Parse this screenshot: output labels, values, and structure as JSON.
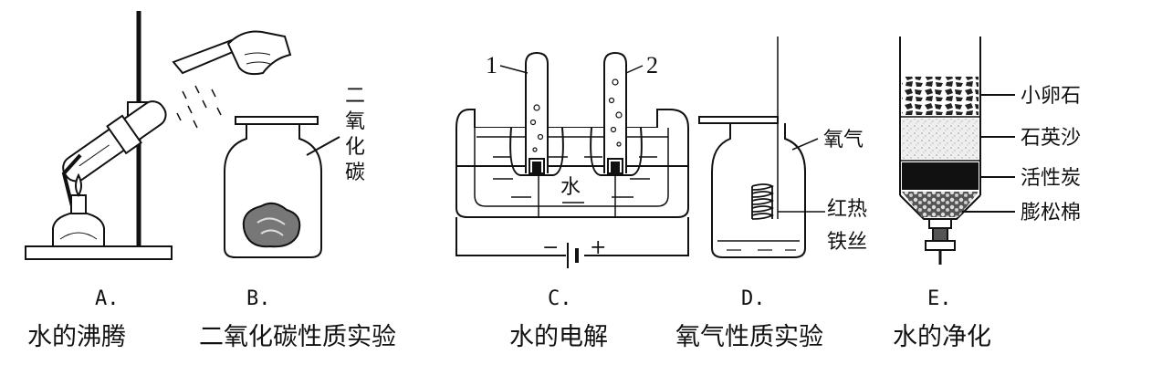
{
  "panels": [
    {
      "letter": "A.",
      "caption": "水的沸腾"
    },
    {
      "letter": "B.",
      "caption": "二氧化碳性质实验",
      "label_chars": [
        "二",
        "氧",
        "化",
        "碳"
      ]
    },
    {
      "letter": "C.",
      "caption": "水的电解",
      "tube1": "1",
      "tube2": "2",
      "water": "水",
      "minus": "−",
      "plus": "+"
    },
    {
      "letter": "D.",
      "caption": "氧气性质实验",
      "gas_label": "氧气",
      "wire_line1": "红热",
      "wire_line2": "铁丝"
    },
    {
      "letter": "E.",
      "caption": "水的净化",
      "layers": [
        "小卵石",
        "石英沙",
        "活性炭",
        "膨松棉"
      ]
    }
  ]
}
